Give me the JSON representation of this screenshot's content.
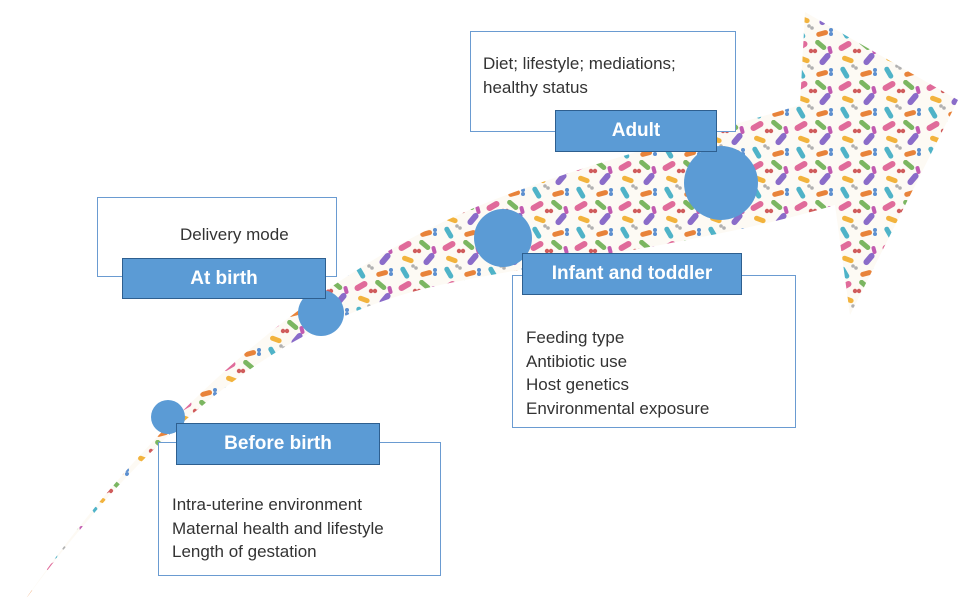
{
  "stages": {
    "before_birth": {
      "label": "Before birth",
      "factors": [
        "Intra-uterine environment",
        "Maternal health and lifestyle",
        "Length of gestation"
      ]
    },
    "at_birth": {
      "label": "At birth",
      "factors": [
        "Delivery mode"
      ]
    },
    "infant_toddler": {
      "label": "Infant and toddler",
      "factors": [
        "Feeding type",
        "Antibiotic use",
        "Host genetics",
        "Environmental exposure"
      ]
    },
    "adult": {
      "label": "Adult",
      "factors": [
        "Diet; lifestyle; mediations;",
        "healthy status"
      ]
    }
  },
  "colors": {
    "label_fill": "#5b9bd5",
    "box_border": "#6a9bd1",
    "text": "#333333"
  }
}
